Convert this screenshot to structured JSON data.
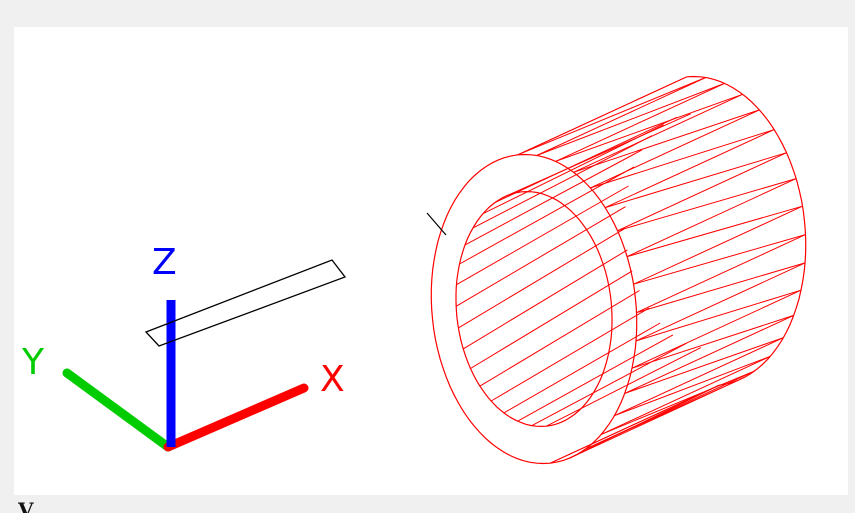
{
  "axes": {
    "z_label": "Z",
    "y_label": "Y",
    "x_label": "X",
    "colors": {
      "x": "#ff0000",
      "y": "#00cc00",
      "z": "#0000ff"
    }
  },
  "objects": {
    "rectangle": {
      "color": "#000000"
    },
    "cylinder": {
      "color": "#ff0000",
      "facets": 18
    }
  },
  "caption_fragment": "V"
}
